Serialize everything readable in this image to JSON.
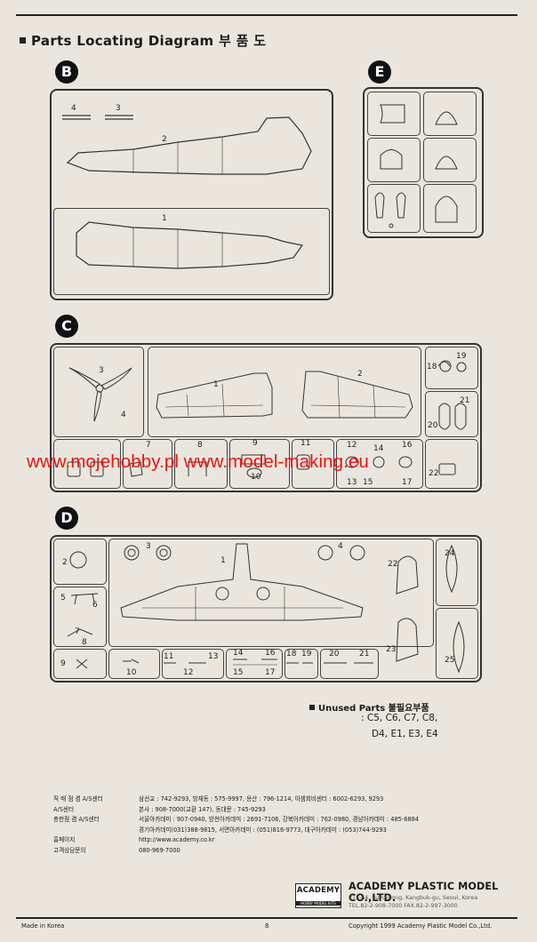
{
  "header": {
    "title": "Parts Locating Diagram 부 품 도"
  },
  "sections": {
    "b": "B",
    "e": "E",
    "c": "C",
    "d": "D"
  },
  "parts_b": {
    "p4": "4",
    "p3": "3",
    "p2": "2",
    "p1": "1"
  },
  "parts_c": {
    "p3": "3",
    "p4": "4",
    "p1": "1",
    "p2": "2",
    "p18": "18",
    "p19": "19",
    "p20": "20",
    "p21": "21",
    "p7": "7",
    "p8": "8",
    "p9": "9",
    "p10": "10",
    "p11": "11",
    "p12": "12",
    "p13": "13",
    "p14": "14",
    "p15": "15",
    "p16": "16",
    "p17": "17",
    "p22": "22"
  },
  "parts_d": {
    "p2": "2",
    "p3": "3",
    "p1": "1",
    "p4": "4",
    "p24": "24",
    "p22": "22",
    "p5": "5",
    "p6": "6",
    "p7": "7",
    "p8": "8",
    "p23": "23",
    "p25": "25",
    "p9": "9",
    "p10": "10",
    "p11": "11",
    "p12": "12",
    "p13": "13",
    "p14": "14",
    "p15": "15",
    "p16": "16",
    "p17": "17",
    "p18": "18",
    "p19": "19",
    "p20": "20",
    "p21": "21"
  },
  "watermark": "www.mojehobby.pl www.model-making.eu",
  "unused": {
    "title": "Unused Parts 불필요부품",
    "line1": ": C5, C6, C7, C8,",
    "line2": "D4, E1, E3, E4"
  },
  "service": [
    {
      "label": "직 매 점 겸 A/S센터",
      "value": "삼선교 : 742-9293, 방재동 : 575-9997, 용산 : 796-1214, 아셈회비센터 : 6002-6293, 9293"
    },
    {
      "label": "A/S센터",
      "value": "본사 : 908-7000(교환 147), 동대문 : 745-9293"
    },
    {
      "label": "총판점 겸 A/S센터",
      "value": "서울아카데미 : 907-0940, 방천아카데미 : 2691-7106, 강북아카데미 : 762-0980, 경남아카데미 : 485-6884"
    },
    {
      "label": "",
      "value": "경기아카데미(031)388-9815, 서면아카데미 : (051)816-9773, 대구아카데미 : (053)744-9293"
    },
    {
      "label": "홈페이지",
      "value": "http://www.academy.co.kr"
    },
    {
      "label": "고객상담문의",
      "value": "080-969-7000"
    }
  ],
  "logo": {
    "brand": "ACADEMY",
    "sub": "HOBBY MODEL KITS"
  },
  "company": {
    "name": "ACADEMY PLASTIC MODEL CO.,LTD.",
    "address": "273-64, Suyu-dong, Kangbuk-gu, Seoul, Korea",
    "phone": "TEL.82-2-908-7000 FAX.82-2-997-3000"
  },
  "footer": {
    "made_in": "Made in Korea",
    "page": "8",
    "copyright": "Copyright 1999 Academy Plastic Model Co.,Ltd."
  }
}
